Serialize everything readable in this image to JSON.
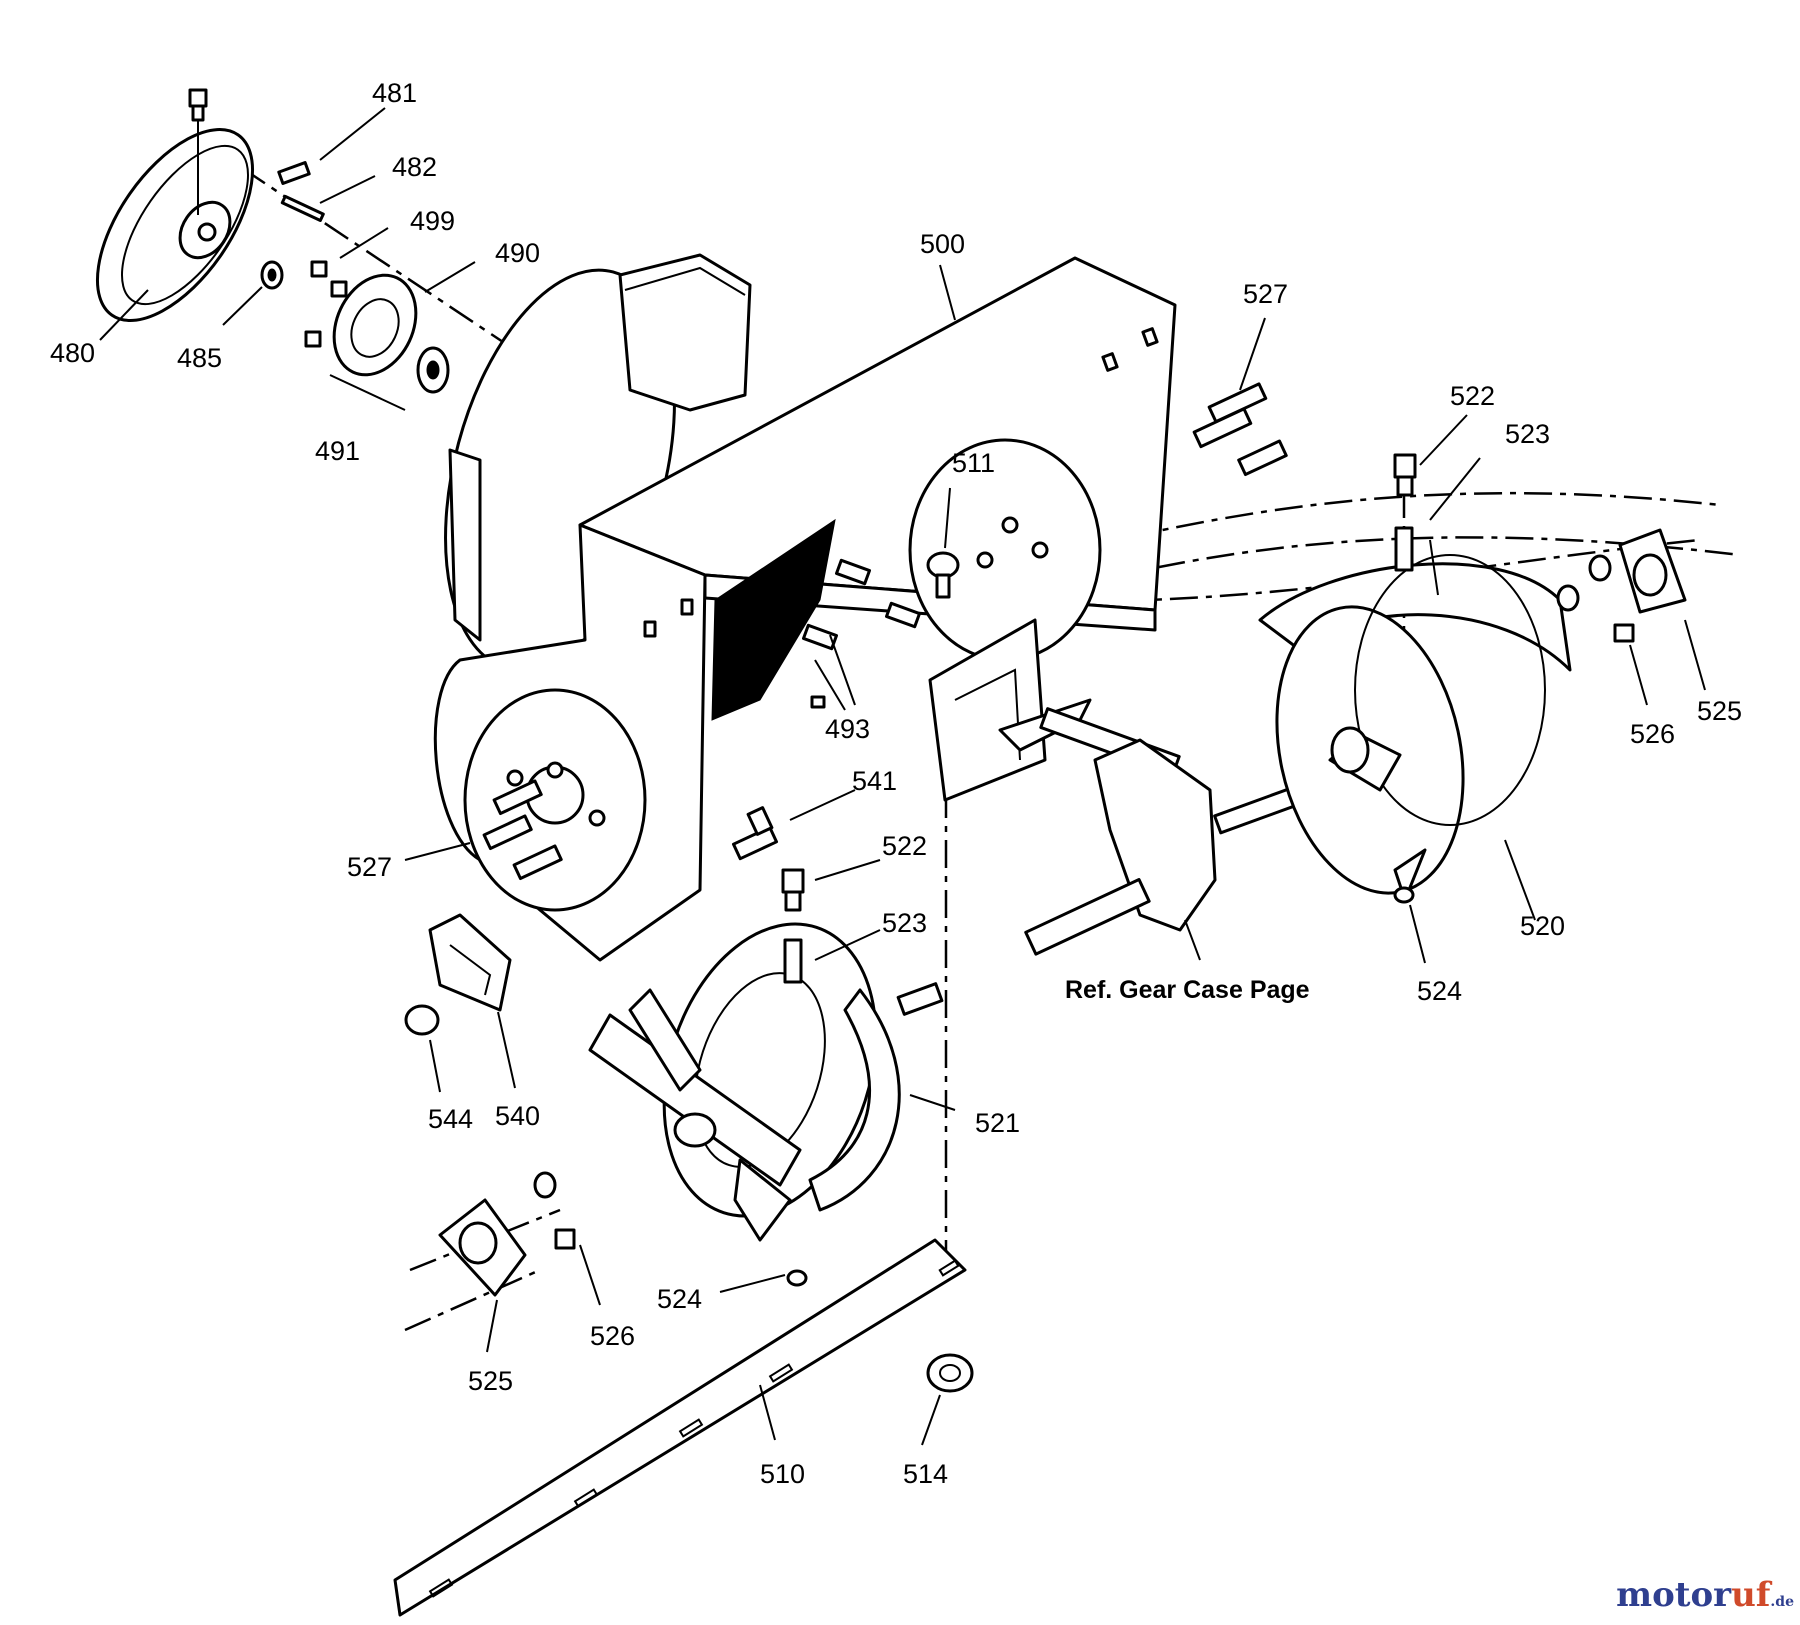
{
  "callouts": {
    "c480": "480",
    "c481": "481",
    "c482": "482",
    "c485": "485",
    "c490": "490",
    "c491": "491",
    "c493": "493",
    "c499": "499",
    "c500": "500",
    "c510": "510",
    "c511": "511",
    "c514": "514",
    "c520": "520",
    "c521": "521",
    "c522a": "522",
    "c522b": "522",
    "c523a": "523",
    "c523b": "523",
    "c524a": "524",
    "c524b": "524",
    "c525a": "525",
    "c525b": "525",
    "c526a": "526",
    "c526b": "526",
    "c527a": "527",
    "c527b": "527",
    "c540": "540",
    "c541": "541",
    "c544": "544"
  },
  "reference_note": "Ref. Gear Case Page",
  "watermark": {
    "part1": "motor",
    "part2": "uf",
    "suffix": ".de"
  }
}
